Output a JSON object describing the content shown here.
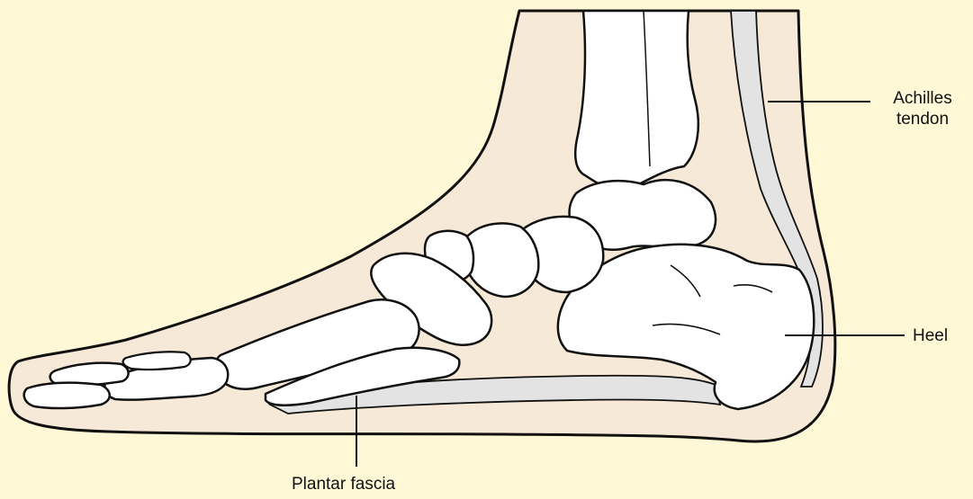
{
  "colors": {
    "background": "#FFF8D6",
    "skin": "#F7E9D7",
    "tendon": "#E3E3E3",
    "bone": "#FFFFFF",
    "outline": "#111111"
  },
  "labels": {
    "achilles_line1": "Achilles",
    "achilles_line2": "tendon",
    "heel": "Heel",
    "plantar_fascia": "Plantar fascia"
  }
}
